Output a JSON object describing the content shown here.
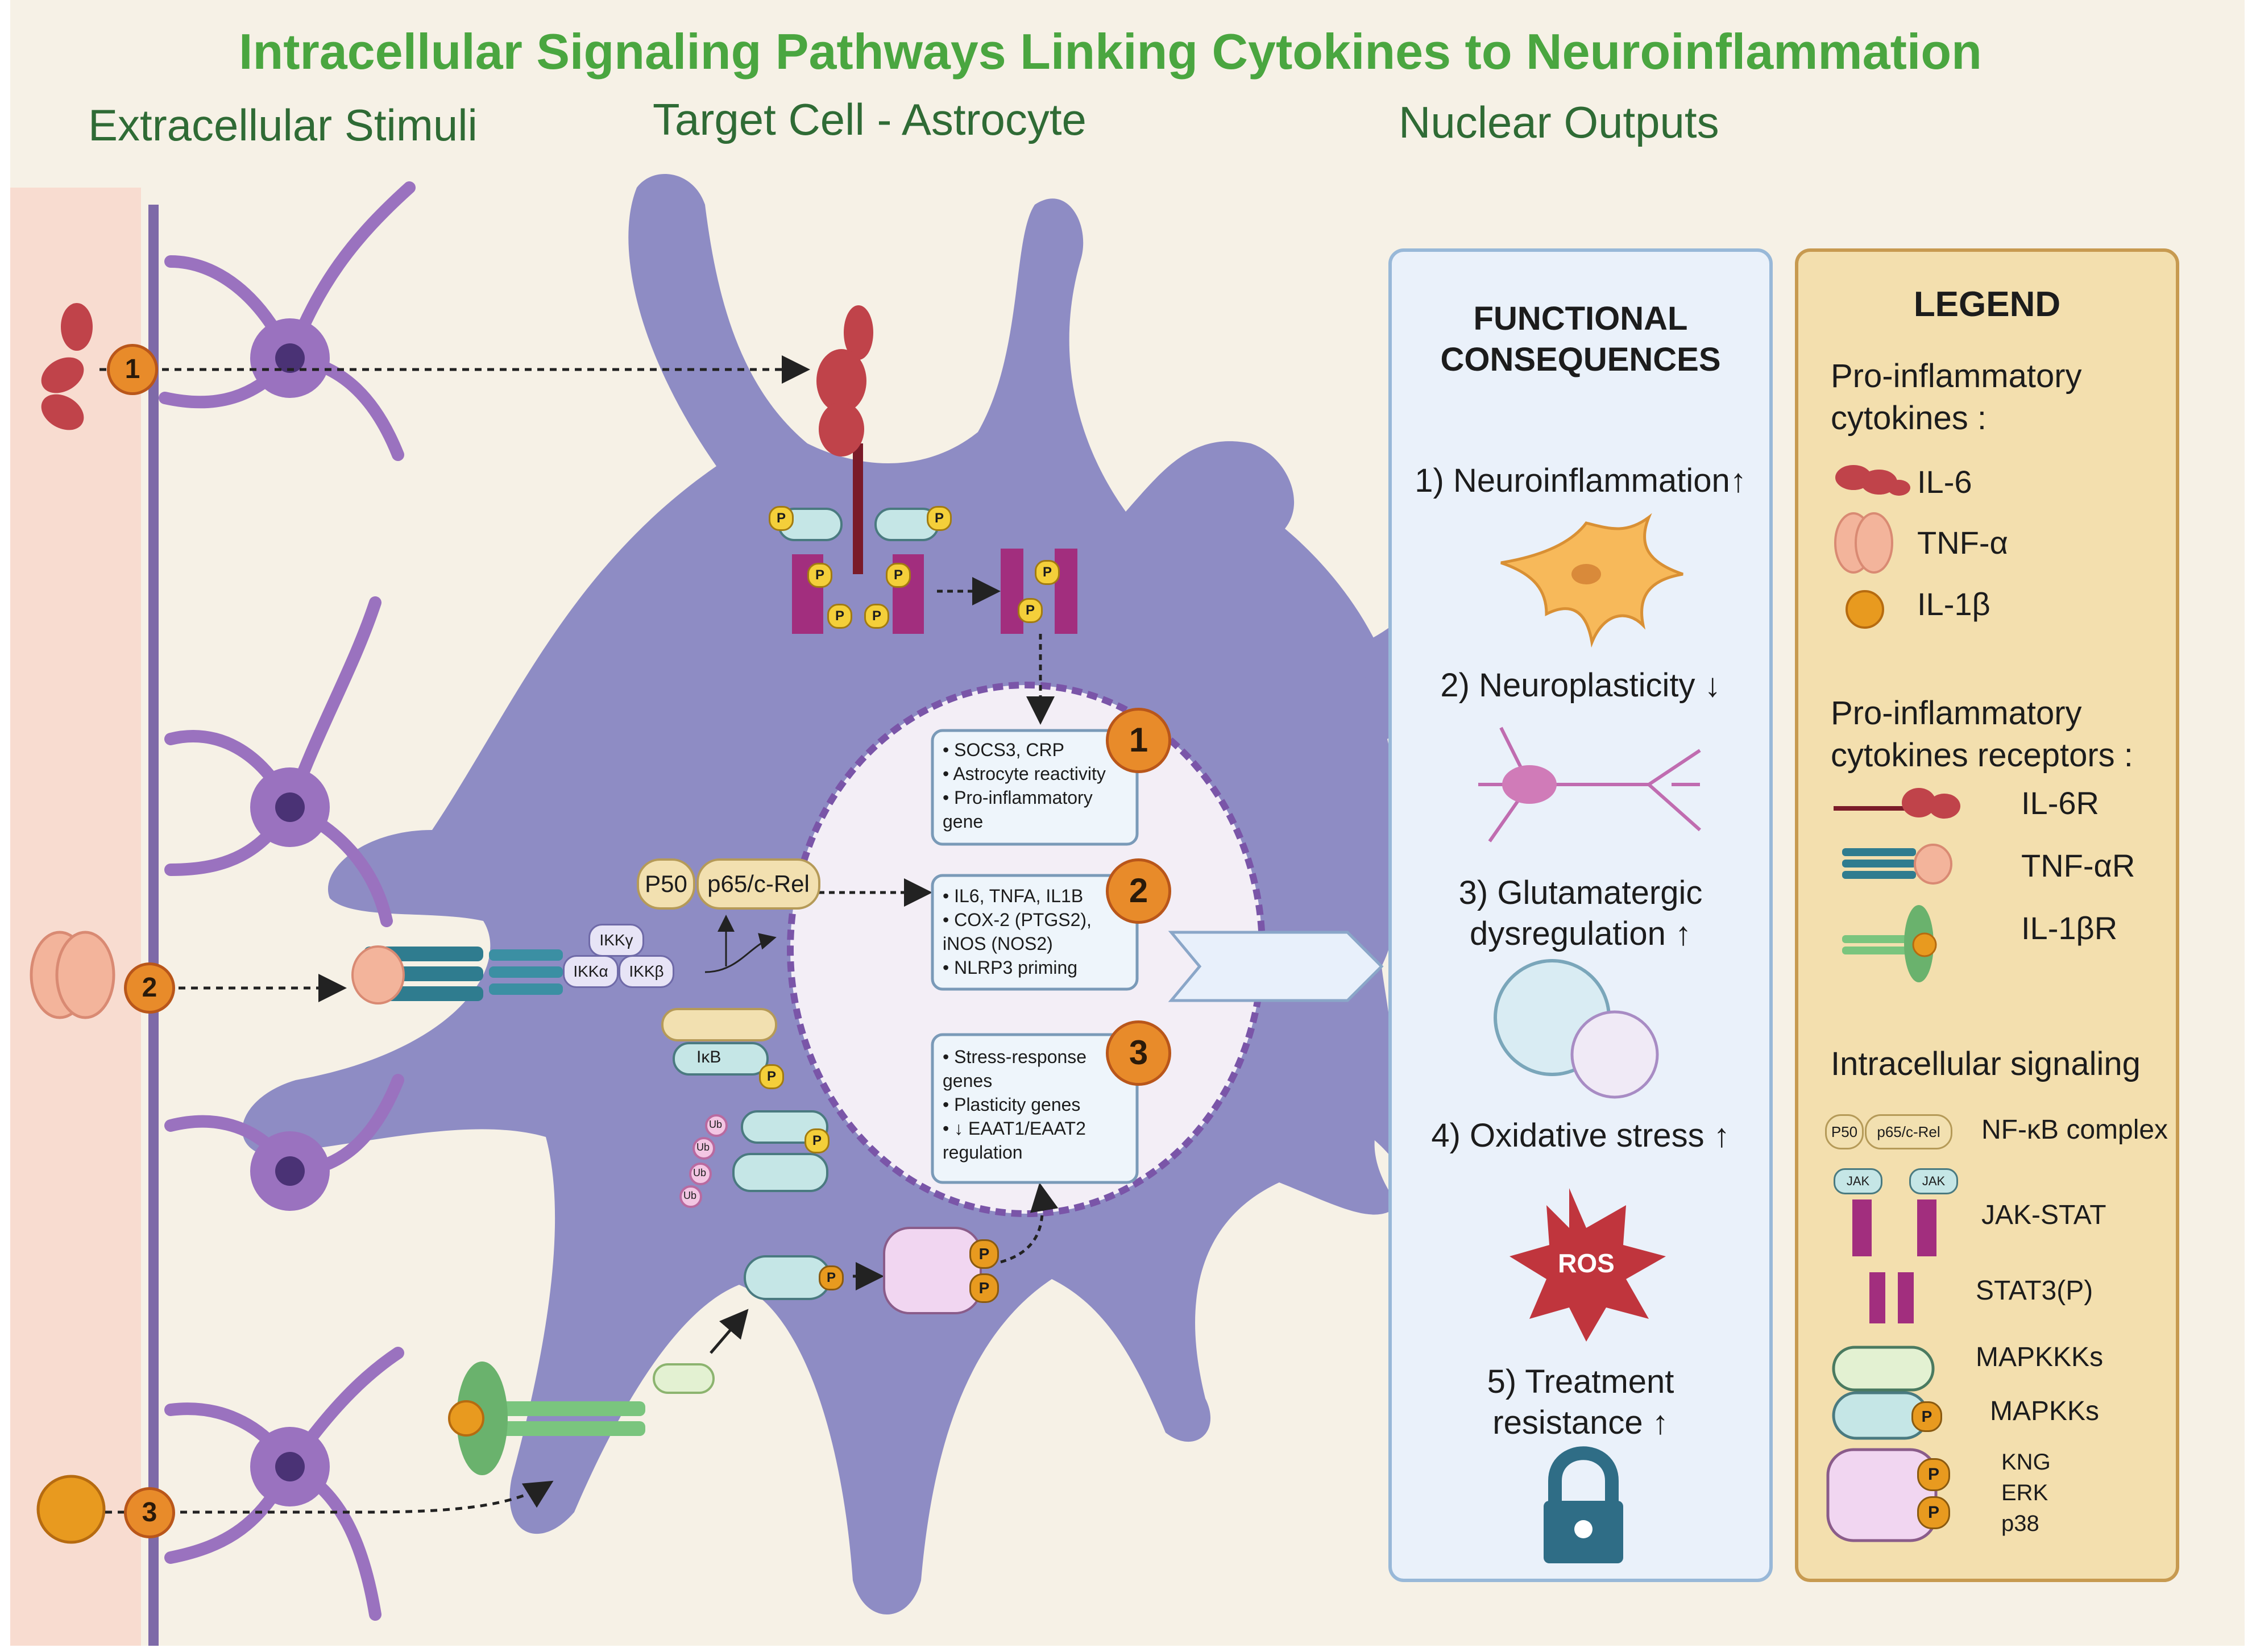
{
  "title": "Intracellular Signaling Pathways Linking Cytokines to Neuroinflammation",
  "sections": {
    "left": "Extracellular Stimuli",
    "middle": "Target Cell - Astrocyte",
    "right": "Nuclear Outputs"
  },
  "pathway_markers": [
    "1",
    "2",
    "3"
  ],
  "nucleus_boxes": [
    {
      "number": "1",
      "lines": [
        "• SOCS3, CRP",
        "• Astrocyte reactivity",
        "• Pro-inflammatory",
        "gene"
      ]
    },
    {
      "number": "2",
      "lines": [
        "• IL6, TNFA, IL1B",
        "• COX-2 (PTGS2),",
        "iNOS (NOS2)",
        "• NLRP3 priming"
      ]
    },
    {
      "number": "3",
      "lines": [
        "• Stress-response",
        "genes",
        "• Plasticity genes",
        "• ↓ EAAT1/EAAT2",
        "regulation"
      ]
    }
  ],
  "cell_labels": {
    "p50": "P50",
    "p65": "p65/c-Rel",
    "ikkg": "IKKγ",
    "ikka": "IKKα",
    "ikkb": "IKKβ",
    "ikb": "IκB",
    "p": "P",
    "ub": "Ub"
  },
  "functional_consequences": {
    "title_line1": "FUNCTIONAL",
    "title_line2": "CONSEQUENCES",
    "items": [
      {
        "line1": "1) Neuroinflammation↑",
        "line2": ""
      },
      {
        "line1": "2) Neuroplasticity ↓",
        "line2": ""
      },
      {
        "line1": "3) Glutamatergic",
        "line2": "dysregulation ↑"
      },
      {
        "line1": "4) Oxidative stress ↑",
        "line2": ""
      },
      {
        "line1": "5) Treatment",
        "line2": "resistance ↑"
      }
    ],
    "ros_label": "ROS"
  },
  "legend": {
    "title": "LEGEND",
    "cytokines_heading_1": "Pro-inflammatory",
    "cytokines_heading_2": "cytokines :",
    "cytokines": [
      "IL-6",
      "TNF-α",
      "IL-1β"
    ],
    "receptors_heading_1": "Pro-inflammatory",
    "receptors_heading_2": "cytokines receptors :",
    "receptors": [
      "IL-6R",
      "TNF-αR",
      "IL-1βR"
    ],
    "signaling_heading": "Intracellular signaling",
    "signaling": [
      "NF-κB complex",
      "JAK-STAT",
      "STAT3(P)",
      "MAPKKKs",
      "MAPKKs",
      "KNG",
      "ERK",
      "p38"
    ],
    "mini_labels": {
      "p50": "P50",
      "p65": "p65/c-Rel",
      "jak": "JAK",
      "p": "P"
    }
  },
  "colors": {
    "title_green": "#4aa640",
    "section_green": "#2f6b35",
    "astrocyte": "#8e8cc4",
    "nucleus_fill": "#f3eef6",
    "nucleus_border": "#7a55a8",
    "marker_orange": "#e88b2a",
    "neuron_purple": "#9a72bf",
    "fc_panel": "#eaf1fa",
    "legend_panel": "#f3dfae",
    "ros_red": "#c0353d",
    "lock_blue": "#2f6d86"
  }
}
